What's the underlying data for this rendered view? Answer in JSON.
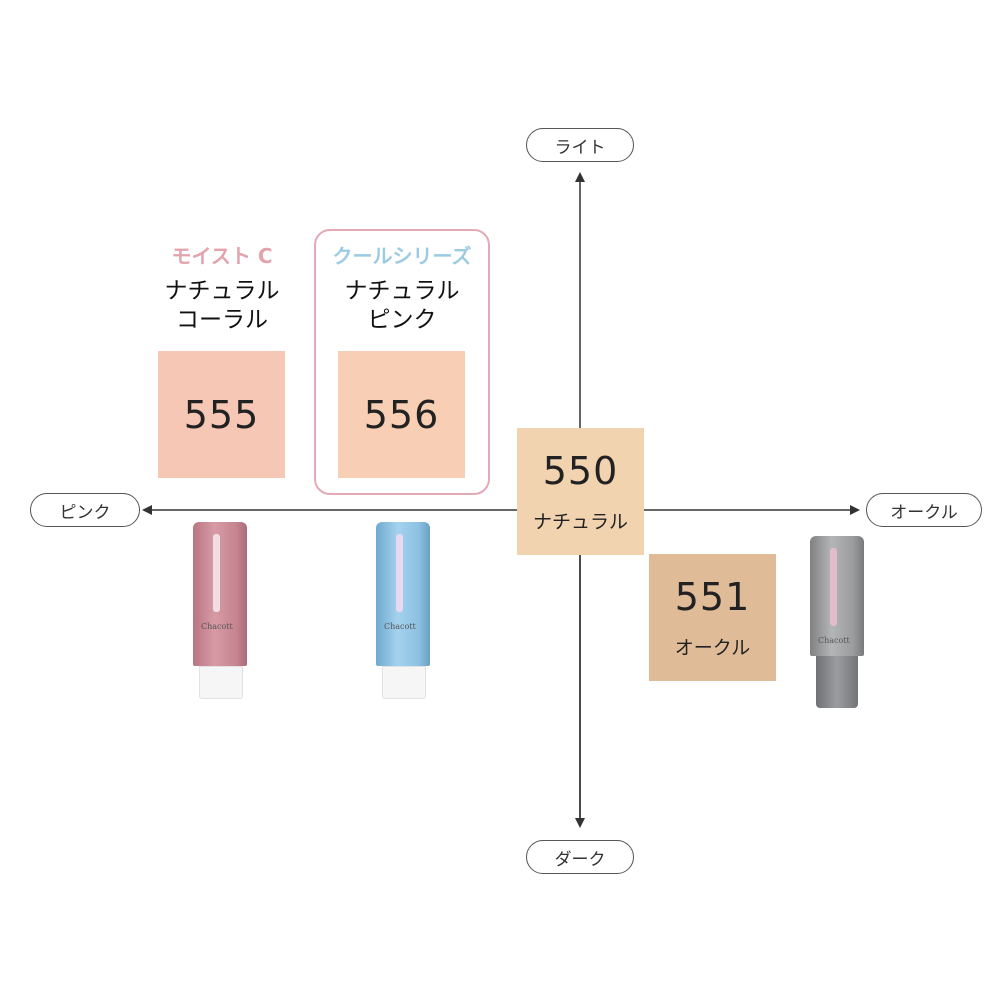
{
  "colors": {
    "moist_series": "#e2a3ac",
    "cool_series": "#9ccbe3",
    "highlight_border": "#e3a9b6",
    "swatch_555": "#f7c7b5",
    "swatch_556": "#f8cfb4",
    "swatch_550": "#f2d3b0",
    "swatch_551": "#dfbc97",
    "tube_pink": "#c98a95",
    "tube_blue": "#8dc3e4",
    "tube_gray": "#9a9c9e"
  },
  "axes": {
    "top": "ライト",
    "bottom": "ダーク",
    "left": "ピンク",
    "right": "オークル"
  },
  "headings": {
    "moist": {
      "series": "モイスト C",
      "line1": "ナチュラル",
      "line2": "コーラル"
    },
    "cool": {
      "series": "クールシリーズ",
      "line1": "ナチュラル",
      "line2": "ピンク"
    }
  },
  "swatches": {
    "s555": {
      "number": "555"
    },
    "s556": {
      "number": "556"
    },
    "s550": {
      "number": "550",
      "label": "ナチュラル"
    },
    "s551": {
      "number": "551",
      "label": "オークル"
    }
  },
  "products": {
    "pink_tube": {
      "brand": "Chacott",
      "icon": "pink-cream-tube"
    },
    "blue_tube": {
      "brand": "Chacott",
      "icon": "blue-cream-tube"
    },
    "gray_tube": {
      "brand": "Chacott",
      "icon": "gray-cream-tube"
    }
  }
}
